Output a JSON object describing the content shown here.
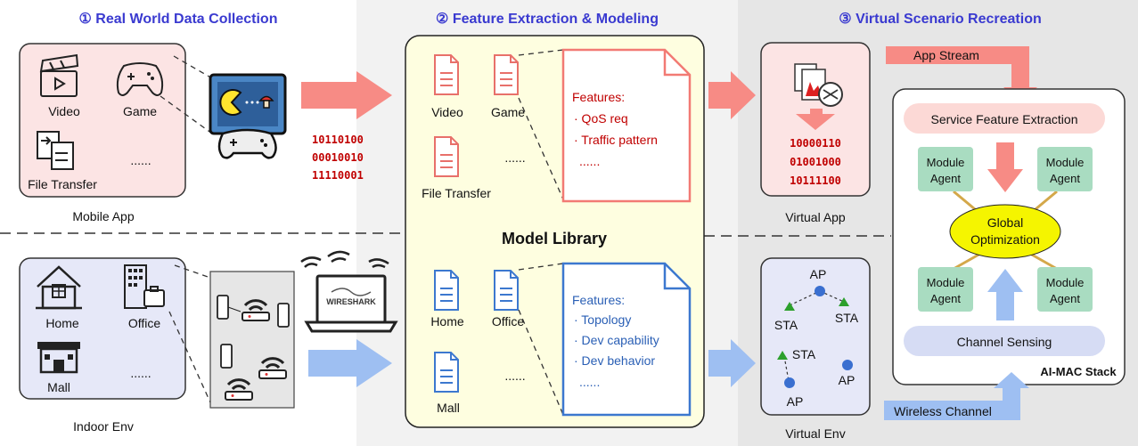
{
  "sections": [
    {
      "number": "①",
      "title": "Real World Data Collection"
    },
    {
      "number": "②",
      "title": "Feature Extraction & Modeling"
    },
    {
      "number": "③",
      "title": "Virtual Scenario Recreation"
    }
  ],
  "mobile_app": {
    "caption": "Mobile App",
    "items": [
      "Video",
      "Game",
      "File Transfer",
      "......"
    ],
    "bits": [
      "10110100",
      "00010010",
      "11110001"
    ]
  },
  "indoor_env": {
    "caption": "Indoor Env",
    "items": [
      "Home",
      "Office",
      "Mall",
      "......"
    ],
    "sniffer_logo": "WIRESHARK"
  },
  "model_library": {
    "title": "Model Library",
    "app_items": [
      "Video",
      "Game",
      "File Transfer",
      "......"
    ],
    "app_features": {
      "heading": "Features:",
      "lines": [
        "· QoS req",
        "· Traffic pattern",
        "......"
      ]
    },
    "env_items": [
      "Home",
      "Office",
      "Mall",
      "......"
    ],
    "env_features": {
      "heading": "Features:",
      "lines": [
        "· Topology",
        "· Dev capability",
        "· Dev behavior",
        "......"
      ]
    }
  },
  "virtual_app": {
    "caption": "Virtual App",
    "bits": [
      "10000110",
      "01001000",
      "10111100"
    ]
  },
  "virtual_env": {
    "caption": "Virtual Env",
    "labels": [
      "AP",
      "STA",
      "STA",
      "STA",
      "AP",
      "AP"
    ]
  },
  "ai_mac": {
    "title": "AI-MAC Stack",
    "app_stream": "App Stream",
    "wireless_channel": "Wireless Channel",
    "service_feature": "Service Feature Extraction",
    "channel_sensing": "Channel Sensing",
    "global_opt": [
      "Global",
      "Optimization"
    ],
    "module_agent": [
      "Module",
      "Agent"
    ]
  },
  "colors": {
    "section_title": "#3a3ad0",
    "bits": "#c00000",
    "red_arrow": "#f78b85",
    "blue_arrow": "#9ebff2",
    "red_doc": "#e8706a",
    "blue_doc": "#3c78cf",
    "pink_bg": "#fce4e4",
    "lavender_bg": "#e6e8f8",
    "yellow_bg": "#fefee0",
    "module_green": "#a9dcc1",
    "global_yellow": "#f5f500"
  }
}
